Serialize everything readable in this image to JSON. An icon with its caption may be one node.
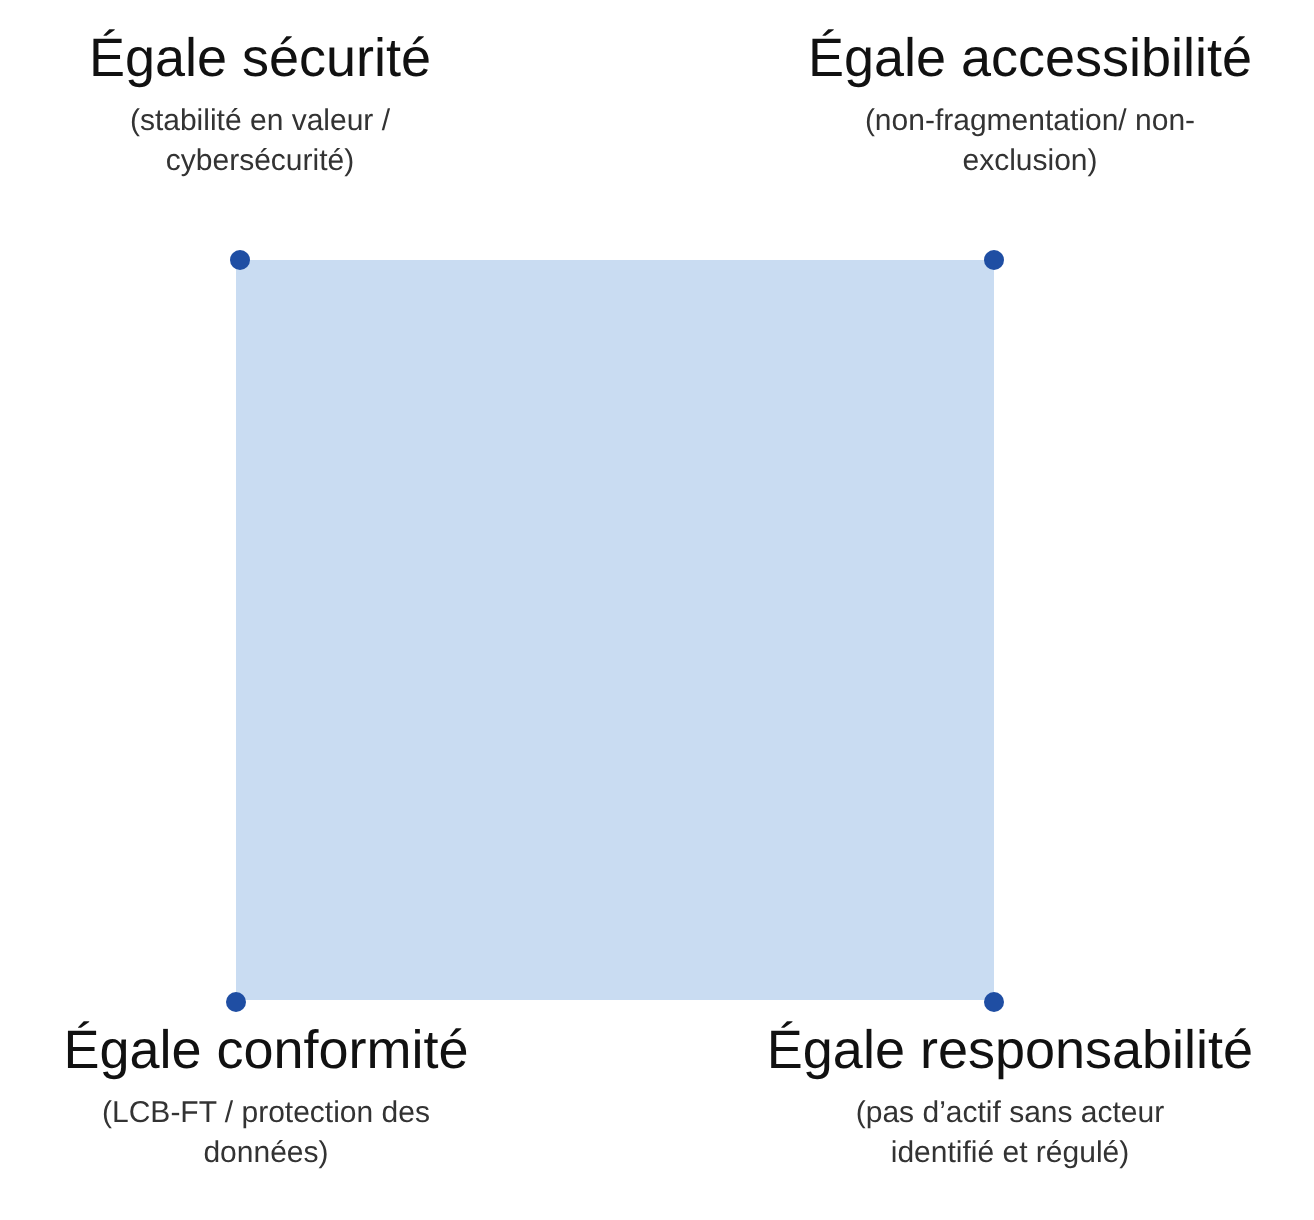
{
  "diagram": {
    "nodes": [
      {
        "text": [],
        "shape": "box"
      },
      {
        "text": [],
        "shape": "circle",
        "beside": [
          "Égale sécurité",
          "(stabilité en valeur / cybersécurité)"
        ]
      },
      {
        "text": [],
        "shape": "circle",
        "beside": [
          "Égale accessibilité",
          "(non-fragmentation/ non-exclusion)"
        ]
      },
      {
        "text": [],
        "shape": "circle",
        "beside": [
          "Égale conformité",
          "(LCB-FT / protection des données)"
        ]
      },
      {
        "text": [],
        "shape": "circle",
        "beside": [
          "Égale responsabilité",
          "(pas d’actif sans acteur identifié et régulé)"
        ]
      }
    ],
    "edges": []
  }
}
